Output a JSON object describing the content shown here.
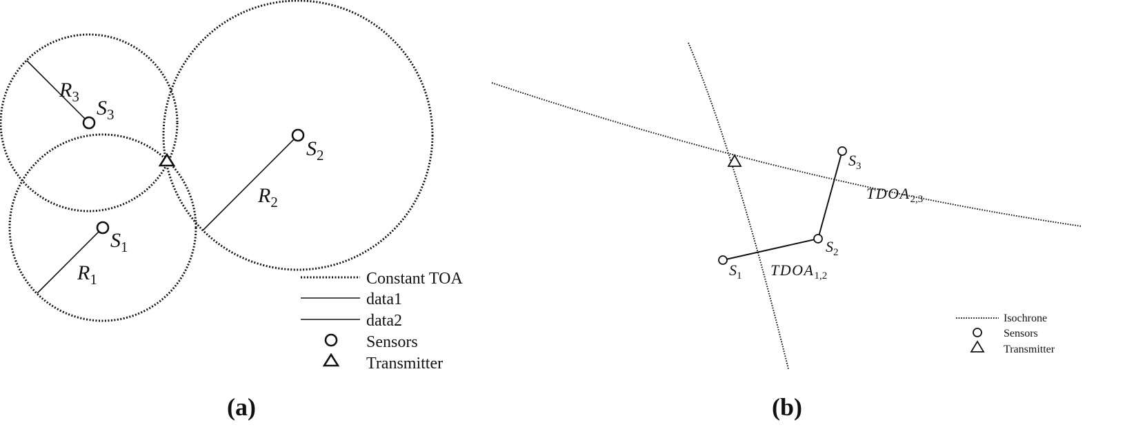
{
  "panel_a": {
    "caption": "(a)",
    "sensors": [
      {
        "id": "s1",
        "label": "S",
        "sub": "1",
        "radius_label": "R",
        "radius_sub": "1"
      },
      {
        "id": "s2",
        "label": "S",
        "sub": "2",
        "radius_label": "R",
        "radius_sub": "2"
      },
      {
        "id": "s3",
        "label": "S",
        "sub": "3",
        "radius_label": "R",
        "radius_sub": "3"
      }
    ],
    "legend": {
      "constant_toa": "Constant TOA",
      "data1": "data1",
      "data2": "data2",
      "sensors": "Sensors",
      "transmitter": "Transmitter"
    }
  },
  "panel_b": {
    "caption": "(b)",
    "sensors": [
      {
        "id": "s1",
        "label": "S",
        "sub": "1"
      },
      {
        "id": "s2",
        "label": "S",
        "sub": "2"
      },
      {
        "id": "s3",
        "label": "S",
        "sub": "3"
      }
    ],
    "tdoa_12": {
      "label": "TDOA",
      "sub": "1,2"
    },
    "tdoa_23": {
      "label": "TDOA",
      "sub": "2,3"
    },
    "legend": {
      "isochrone": "Isochrone",
      "sensors": "Sensors",
      "transmitter": "Transmitter"
    }
  },
  "colors": {
    "ink": "#111111",
    "background": "#ffffff"
  },
  "icons": {
    "sensor": "circle-icon",
    "transmitter": "triangle-icon"
  }
}
